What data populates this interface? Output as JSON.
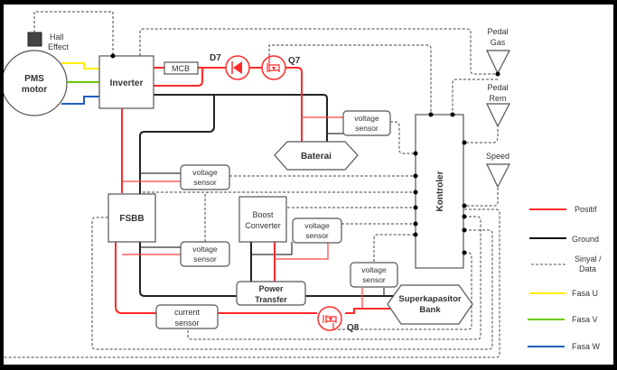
{
  "diagram": {
    "components": {
      "motor": "PMS motor",
      "motor_line1": "PMS",
      "motor_line2": "motor",
      "hall_line1": "Hall",
      "hall_line2": "Effect",
      "inverter": "Inverter",
      "mcb": "MCB",
      "d7": "D7",
      "q7": "Q7",
      "q8": "Q8",
      "baterai": "Baterai",
      "fsbb": "FSBB",
      "boost_line1": "Boost",
      "boost_line2": "Converter",
      "power_line1": "Power",
      "power_line2": "Transfer",
      "supercap_line1": "Superkapasitor",
      "supercap_line2": "Bank",
      "current_line1": "current",
      "current_line2": "sensor",
      "voltage_line1": "voltage",
      "voltage_line2": "sensor",
      "controller": "Kontroler"
    },
    "inputs": {
      "pedal_gas_line1": "Pedal",
      "pedal_gas_line2": "Gas",
      "pedal_rem_line1": "Pedal",
      "pedal_rem_line2": "Rem",
      "speed": "Speed"
    },
    "legend": [
      {
        "label": "Positif",
        "color": "#ff2a2a",
        "style": "solid"
      },
      {
        "label": "Ground",
        "color": "#111111",
        "style": "solid"
      },
      {
        "label_line1": "Sinyal /",
        "label_line2": "Data",
        "color": "#555555",
        "style": "dashed"
      },
      {
        "label": "Fasa U",
        "color": "#ffee00",
        "style": "solid"
      },
      {
        "label": "Fasa V",
        "color": "#66cc00",
        "style": "solid"
      },
      {
        "label": "Fasa W",
        "color": "#1f5fbf",
        "style": "solid"
      }
    ]
  }
}
